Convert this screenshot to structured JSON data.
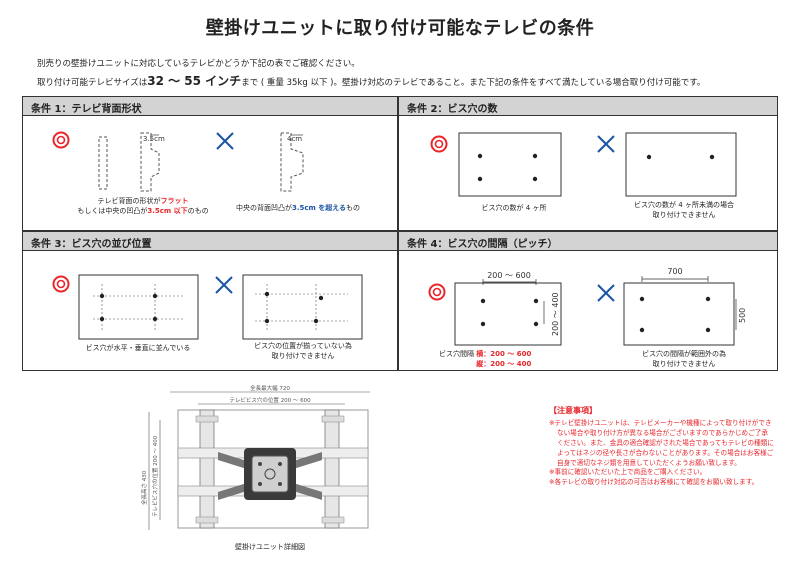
{
  "title": "壁掛けユニットに取り付け可能なテレビの条件",
  "intro": {
    "line1": "別売りの壁掛けユニットに対応しているテレビかどうか下記の表でご確認ください。",
    "line2_pre": "取り付け可能テレビサイズは",
    "size_range": "32 〜 55 インチ",
    "line2_mid": "まで ( 重量 35kg 以下 )。壁掛け対応のテレビであること。また下記の条件をすべて満たしている場合取り付け可能です。"
  },
  "conditions": [
    {
      "heading": "条件 1：テレビ背面形状",
      "good_dim": "3.5cm",
      "bad_dim": "4cm",
      "good_caption": {
        "line1_pre": "テレビ背面の形状が",
        "line1_red": "フラット",
        "line2_pre": "もしくは中央の凹凸が",
        "line2_red": "3.5cm 以下",
        "line2_post": "のもの"
      },
      "bad_caption": {
        "pre": "中央の背面凹凸が",
        "blue": "3.5cm を超える",
        "post": "もの"
      }
    },
    {
      "heading": "条件 2：ビス穴の数",
      "good_caption": "ビス穴の数が 4 ヶ所",
      "bad_caption_line1": "ビス穴の数が 4 ヶ所未満の場合",
      "bad_caption_line2": "取り付けできません"
    },
    {
      "heading": "条件 3：ビス穴の並び位置",
      "good_caption": "ビス穴が水平・垂直に並んでいる",
      "bad_caption_line1": "ビス穴の位置が揃っていない為",
      "bad_caption_line2": "取り付けできません"
    },
    {
      "heading": "条件 4：ビス穴の間隔（ピッチ）",
      "good_h_dim": "200 〜 600",
      "good_v_dim": "200 〜 400",
      "bad_h_dim": "700",
      "bad_v_dim": "500",
      "good_caption_label": "ビス穴間隔",
      "good_caption_h": "横：200 〜 600",
      "good_caption_v": "縦：200 〜 400",
      "bad_caption_line1": "ビス穴の間隔が範囲外の為",
      "bad_caption_line2": "取り付けできません"
    }
  ],
  "unit_diagram": {
    "overall_width": "全長最大幅 720",
    "tv_pitch_h": "テレビビス穴の位置 200 〜 600",
    "overall_height": "全長高さ 430",
    "tv_pitch_v": "テレビビス穴の位置 200 〜 400",
    "caption": "壁掛けユニット詳細図"
  },
  "notes": {
    "heading": "【注意事項】",
    "items": [
      "※テレビ壁掛けユニットは、テレビメーカーや機種によって取り付けができない場合や取り付け方が異なる場合がございますのであらかじめご了承ください。また、金具の適合確認がされた場合であってもテレビの種類によってはネジの径や長さが合わないことがあります。その場合はお客様ご自身で適切なネジ類を用意していただくようお願い致します。",
      "※事前に確認いただいた上で商品をご購入ください。",
      "※各テレビの取り付け対応の可否はお客様にて確認をお願い致します。"
    ]
  },
  "colors": {
    "accent_red": "#e8262b",
    "accent_blue": "#1a55a5",
    "header_gray": "#d3d3d3"
  }
}
